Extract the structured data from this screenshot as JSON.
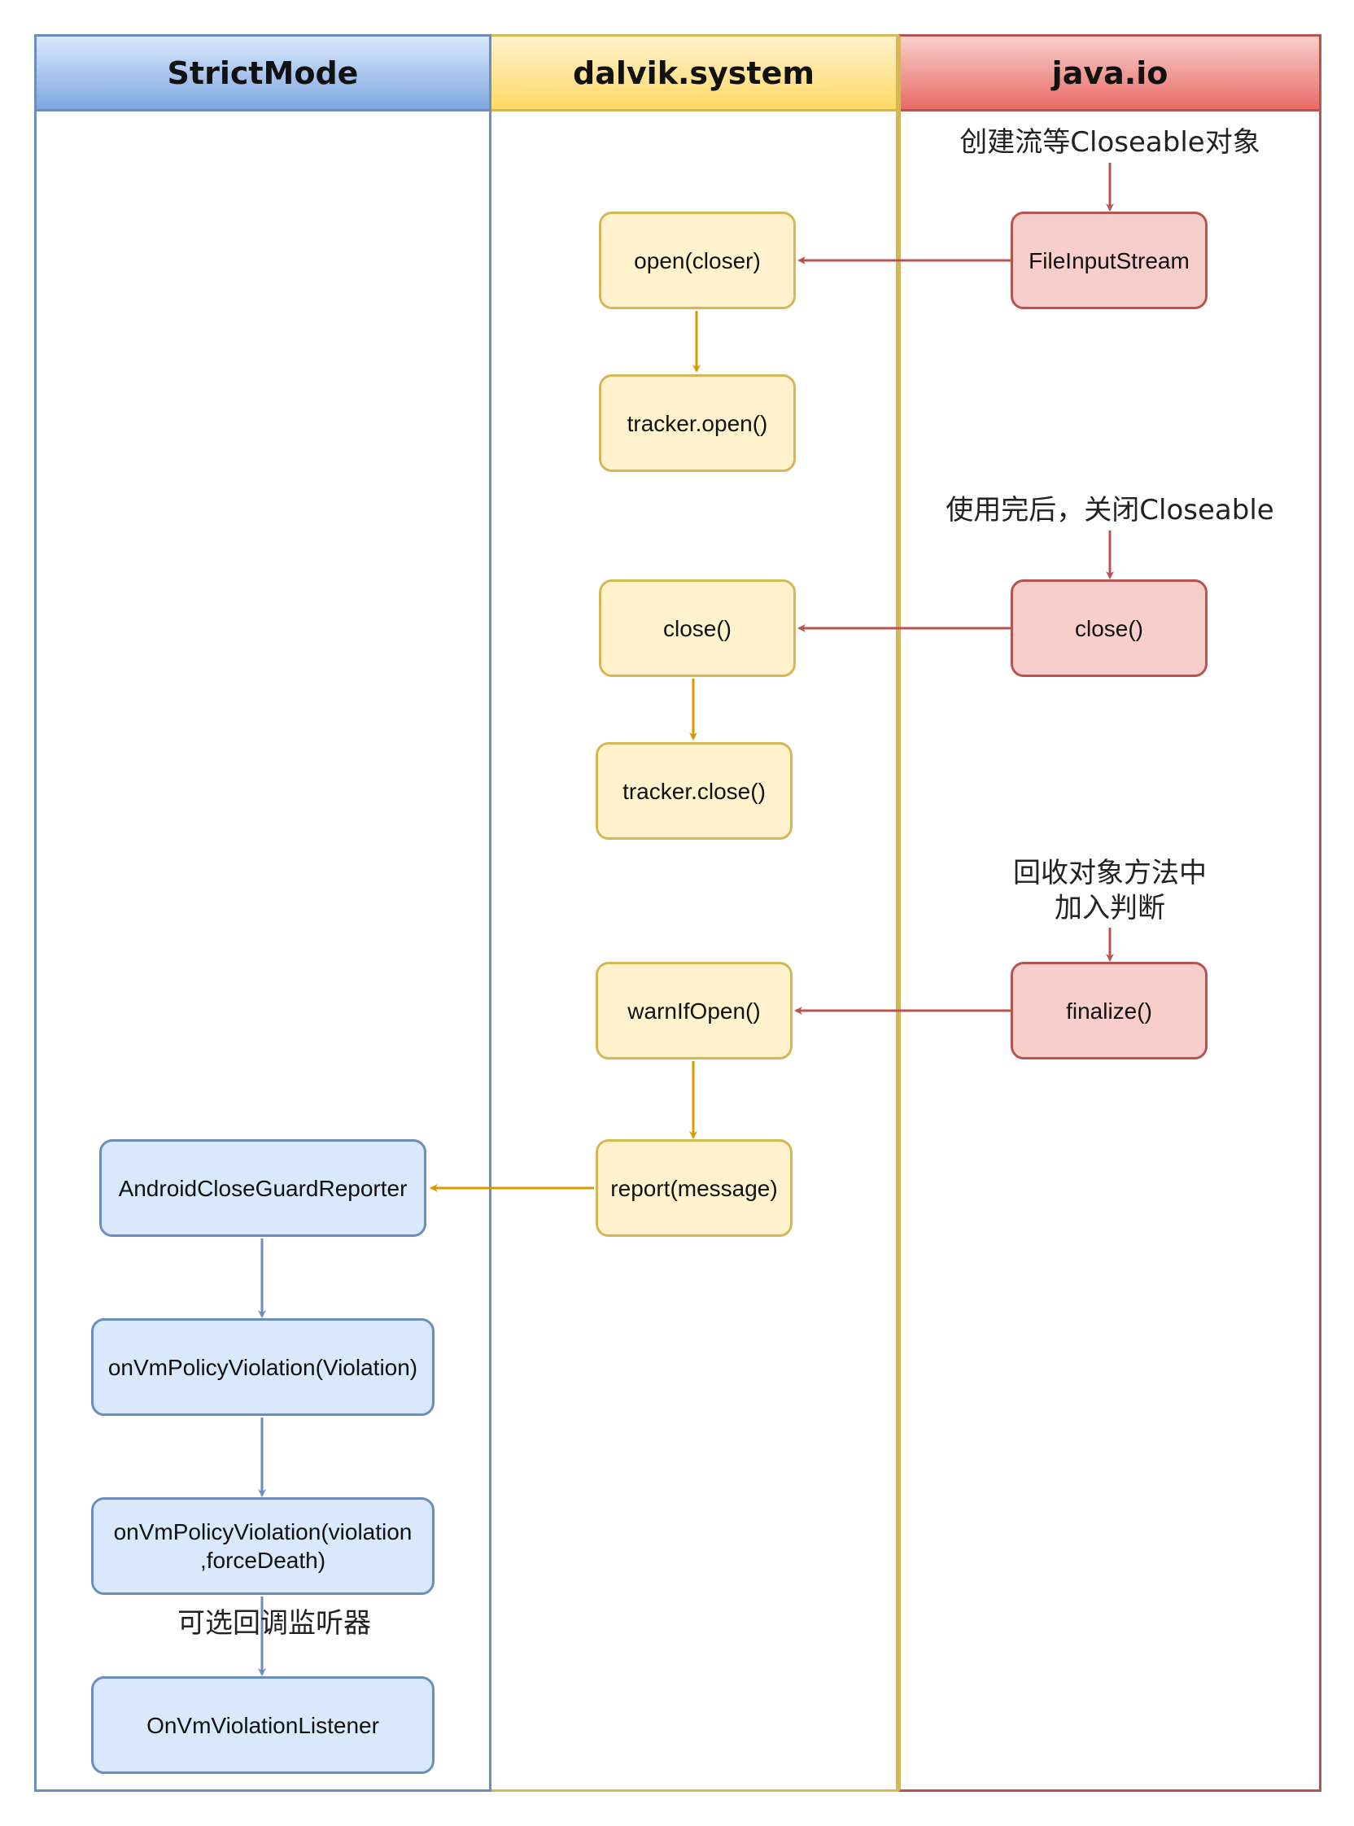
{
  "lanes": {
    "strictmode": "StrictMode",
    "dalvik": "dalvik.system",
    "javaio": "java.io"
  },
  "nodes": {
    "open_closer": "open(closer)",
    "tracker_open": "tracker.open()",
    "close_dalvik": "close()",
    "tracker_close": "tracker.close()",
    "warn_if_open": "warnIfOpen()",
    "report_message": "report(message)",
    "file_input_stream": "FileInputStream",
    "close_javaio": "close()",
    "finalize": "finalize()",
    "android_close_guard_reporter": "AndroidCloseGuardReporter",
    "on_vm_policy_violation": "onVmPolicyViolation(Violation)",
    "on_vm_policy_violation_force": "onVmPolicyViolation(violation\n,forceDeath)",
    "on_vm_violation_listener": "OnVmViolationListener"
  },
  "notes": {
    "create_stream": "创建流等Closeable对象",
    "close_after_use": "使用完后，关闭Closeable",
    "finalize_check": "回收对象方法中\n加入判断",
    "optional_callback": "可选回调监听器"
  },
  "colors": {
    "blue_stroke": "#6c8ebf",
    "yellow_stroke": "#d6b656",
    "red_stroke": "#b85450"
  }
}
